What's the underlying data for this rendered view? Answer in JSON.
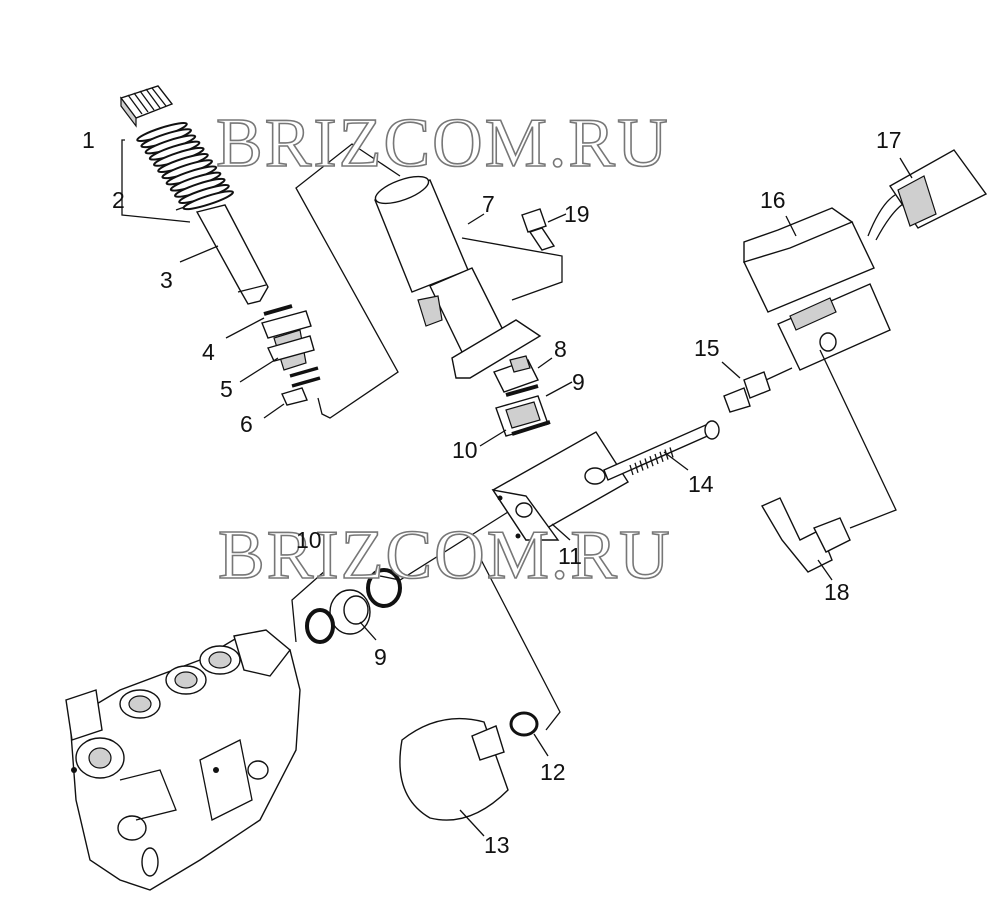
{
  "watermark": {
    "top": "BRIZCOM.RU",
    "middle": "BRIZCOM.RU"
  },
  "callouts": {
    "c1": "1",
    "c2": "2",
    "c3": "3",
    "c4": "4",
    "c5": "5",
    "c6": "6",
    "c7": "7",
    "c8": "8",
    "c9a": "9",
    "c9b": "9",
    "c10a": "10",
    "c10b": "10",
    "c11": "11",
    "c12": "12",
    "c13": "13",
    "c14": "14",
    "c15": "15",
    "c16": "16",
    "c17": "17",
    "c18": "18",
    "c19": "19"
  }
}
